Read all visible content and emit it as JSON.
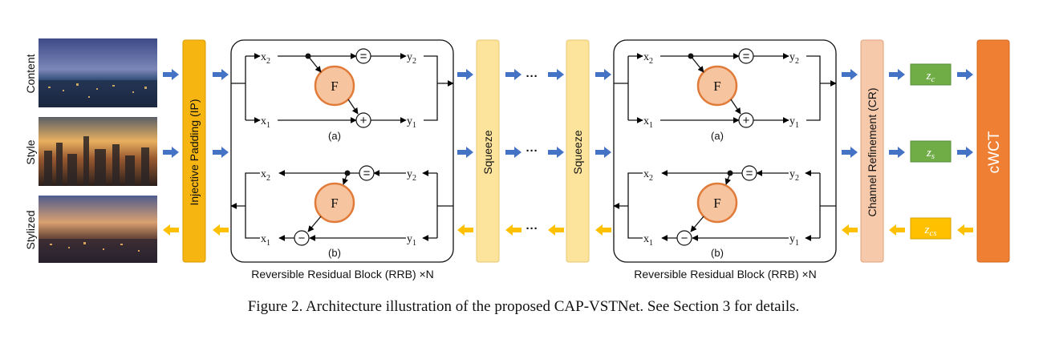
{
  "inputs": {
    "content_label": "Content",
    "style_label": "Style",
    "stylized_label": "Stylized"
  },
  "modules": {
    "ip_label": "Injective Padding (IP)",
    "squeeze_label": "Squeeze",
    "cr_label": "Channel Refinement (CR)",
    "cwct_label": "cWCT",
    "rrb_caption": "Reversible Residual Block (RRB) ×N",
    "ellipsis": "···"
  },
  "rrb": {
    "f_label": "F",
    "sub_a": "(a)",
    "sub_b": "(b)",
    "x_var": "x",
    "y_var": "y",
    "sub_1": "1",
    "sub_2": "2",
    "op_eq": "=",
    "op_plus": "+",
    "op_minus": "−"
  },
  "latents": {
    "z_var": "z",
    "zc_sub": "c",
    "zs_sub": "s",
    "zcs_sub": "cs"
  },
  "caption": "Figure 2. Architecture illustration of the proposed CAP-VSTNet. See Section 3 for details.",
  "colors": {
    "ip": "#f7b512",
    "ip_border": "#d99a00",
    "squeeze": "#fde49c",
    "squeeze_border": "#e8c870",
    "cr": "#f7c9ab",
    "cr_border": "#e0a27c",
    "cwct": "#ef7f33",
    "cwct_border": "#d46a22",
    "f_fill": "#f7c4a0",
    "f_stroke": "#e07b39",
    "zc": "#70ad47",
    "zcs": "#ffc000",
    "forward_arrow": "#4472c4",
    "reverse_arrow": "#ffc000"
  }
}
